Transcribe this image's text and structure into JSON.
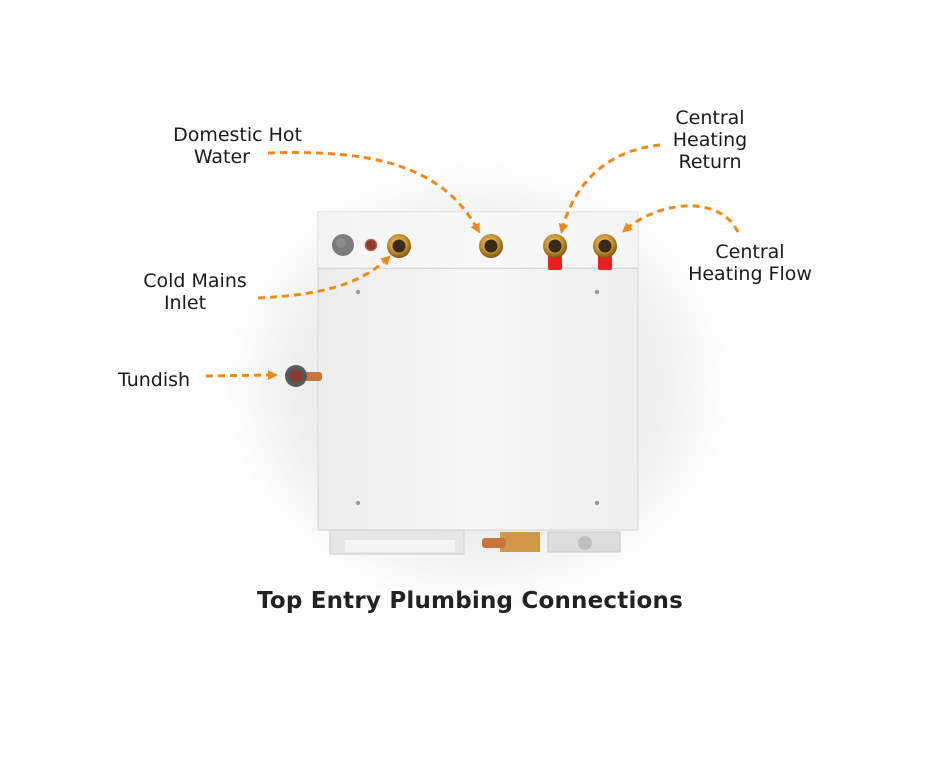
{
  "labels": {
    "domestic_hot_water": [
      "Domestic Hot",
      "Water"
    ],
    "central_heating_return": [
      "Central",
      "Heating",
      "Return"
    ],
    "central_heating_flow": [
      "Central",
      "Heating Flow"
    ],
    "cold_mains_inlet": [
      "Cold Mains",
      "Inlet"
    ],
    "tundish": [
      "Tundish"
    ]
  },
  "caption": "Top Entry Plumbing Connections",
  "colors": {
    "arrow": "#ee8a1a",
    "unit_body": "#f4f4f4",
    "brass": "#c8922e",
    "red_cap": "#e8201f"
  }
}
